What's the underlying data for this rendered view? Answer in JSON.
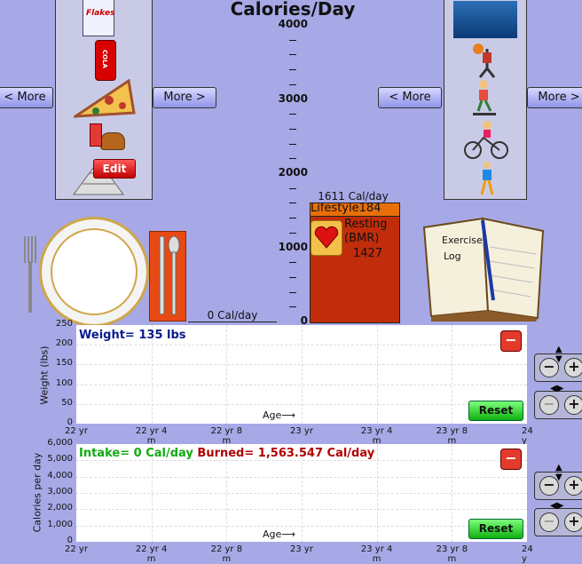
{
  "header": {
    "title": "Calories/Day"
  },
  "left_panel": {
    "more_left": "< More",
    "more_right": "More >",
    "edit": "Edit"
  },
  "right_panel": {
    "more_left": "< More",
    "more_right": "More >"
  },
  "scale": {
    "labels": [
      "4000",
      "3000",
      "2000",
      "1000",
      "0"
    ]
  },
  "intake_bar": {
    "label": "0 Cal/day"
  },
  "burn_bar": {
    "total": "1611 Cal/day",
    "lifestyle_label": "Lifestyle",
    "lifestyle_value": "184",
    "resting_label": "Resting",
    "bmr_label": "(BMR)",
    "bmr_value": "1427"
  },
  "exercise_log": {
    "line1": "Exercise",
    "line2": "Log"
  },
  "weight_chart": {
    "ylabel": "Weight (lbs)",
    "yticks": [
      "250",
      "200",
      "150",
      "100",
      "50",
      "0"
    ],
    "xticks": [
      "22 yr",
      "22 yr 4 m",
      "22 yr 8 m",
      "23 yr",
      "23 yr 4 m",
      "23 yr 8 m",
      "24 y"
    ],
    "readout_label": "Weight=",
    "readout_value": "135 lbs",
    "age_label": "Age",
    "reset": "Reset"
  },
  "calorie_chart": {
    "ylabel": "Calories per day",
    "yticks": [
      "6,000",
      "5,000",
      "4,000",
      "3,000",
      "2,000",
      "1,000",
      "0"
    ],
    "xticks": [
      "22 yr",
      "22 yr 4 m",
      "22 yr 8 m",
      "23 yr",
      "23 yr 4 m",
      "23 yr 8 m",
      "24 y"
    ],
    "intake_label": "Intake=",
    "intake_value": "0 Cal/day",
    "burned_label": "Burned=",
    "burned_value": "1,563.547",
    "burned_unit": "Cal/day",
    "age_label": "Age",
    "reset": "Reset"
  },
  "colors": {
    "background": "#a7a9e6",
    "bar": "#c12d0b",
    "weight_text": "#0a1a8c",
    "intake_text": "#11aa11",
    "burned_text": "#b00000"
  }
}
